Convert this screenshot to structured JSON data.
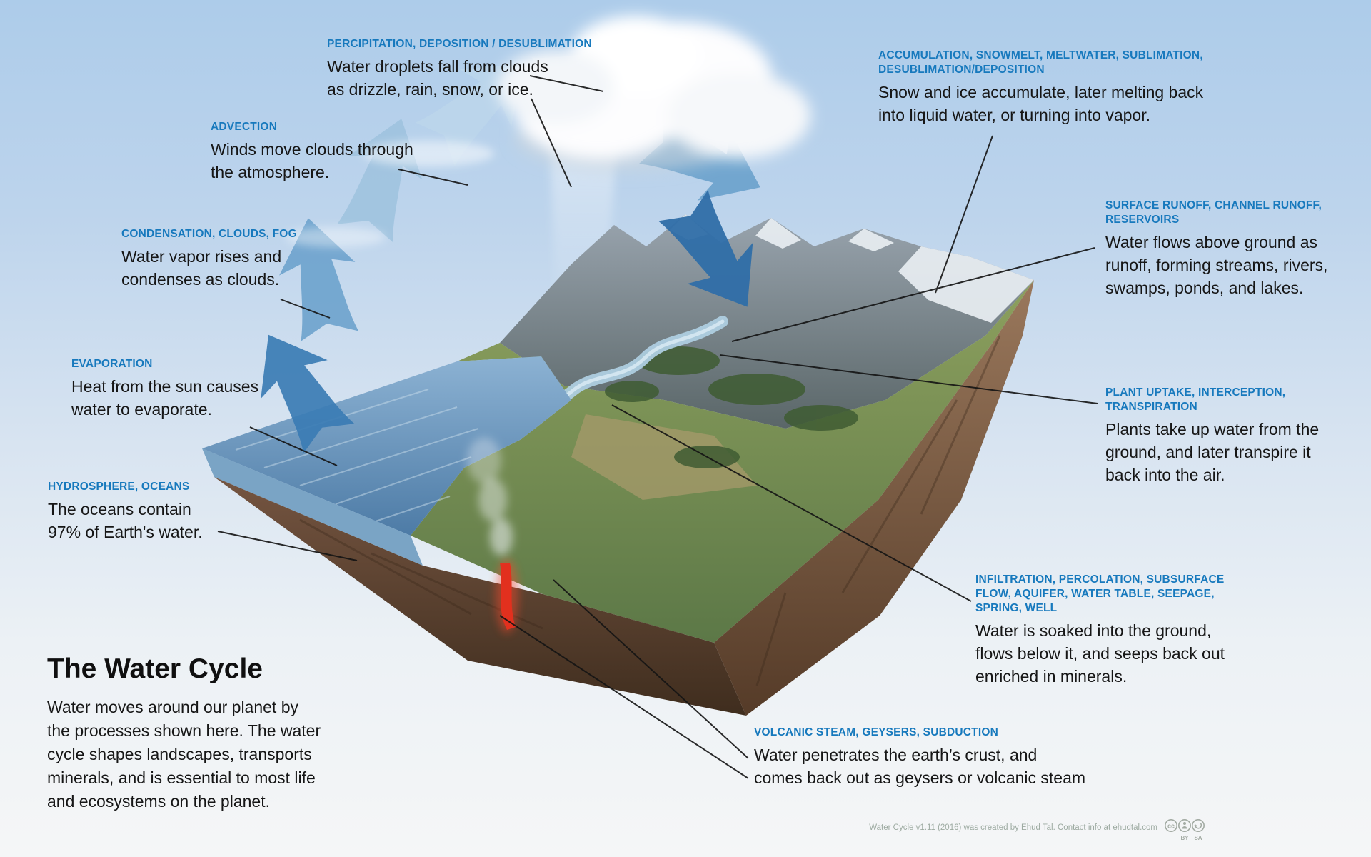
{
  "intro": {
    "title": "The Water Cycle",
    "text": "Water moves around our planet by\nthe processes shown here. The water\ncycle shapes landscapes, transports\nminerals, and is essential to most life\nand ecosystems on the planet."
  },
  "annotations": [
    {
      "id": "precipitation",
      "label": "PERCIPITATION, DEPOSITION / DESUBLIMATION",
      "text": "Water droplets fall from clouds\nas drizzle, rain, snow, or ice."
    },
    {
      "id": "advection",
      "label": "ADVECTION",
      "text": "Winds move clouds through\nthe atmosphere."
    },
    {
      "id": "condensation",
      "label": "CONDENSATION, CLOUDS, FOG",
      "text": "Water vapor rises and\ncondenses as clouds."
    },
    {
      "id": "evaporation",
      "label": "EVAPORATION",
      "text": "Heat from the sun causes\nwater to evaporate."
    },
    {
      "id": "hydrosphere",
      "label": "HYDROSPHERE, OCEANS",
      "text": "The oceans contain\n97% of Earth's water."
    },
    {
      "id": "accumulation",
      "label": "ACCUMULATION, SNOWMELT, MELTWATER, SUBLIMATION,\nDESUBLIMATION/DEPOSITION",
      "text": "Snow and ice accumulate, later melting back\ninto liquid water, or turning into vapor."
    },
    {
      "id": "surface-runoff",
      "label": "SURFACE RUNOFF, CHANNEL RUNOFF,\nRESERVOIRS",
      "text": "Water flows above ground as\nrunoff, forming streams, rivers,\nswamps, ponds, and lakes."
    },
    {
      "id": "plant-uptake",
      "label": "PLANT UPTAKE, INTERCEPTION,\nTRANSPIRATION",
      "text": "Plants take up water from the\nground, and later transpire it\nback into the air."
    },
    {
      "id": "infiltration",
      "label": "INFILTRATION, PERCOLATION, SUBSURFACE\nFLOW, AQUIFER, WATER TABLE, SEEPAGE,\nSPRING, WELL",
      "text": "Water is soaked into the ground,\nflows below it, and seeps back out\nenriched in minerals."
    },
    {
      "id": "volcanic",
      "label": "VOLCANIC STEAM, GEYSERS, SUBDUCTION",
      "text": "Water penetrates the earth’s crust, and\ncomes back out as geysers or volcanic steam"
    }
  ],
  "footer": {
    "credit": "Water Cycle v1.11 (2016) was created by Ehud Tal. Contact info at ehudtal.com",
    "license_icons": [
      "cc-icon",
      "by-icon",
      "sa-icon"
    ],
    "by_label": "BY",
    "sa_label": "SA"
  },
  "colors": {
    "label_blue": "#1779BD",
    "body_text": "#161616",
    "sky_top": "#ADCCEA",
    "sky_bottom": "#F5F6F7",
    "arrow_blue_strong": "#2F6EA8",
    "arrow_blue_light": "#BDD6EA",
    "footer_gray": "#9DAAA1",
    "lava_red": "#E2301E"
  }
}
